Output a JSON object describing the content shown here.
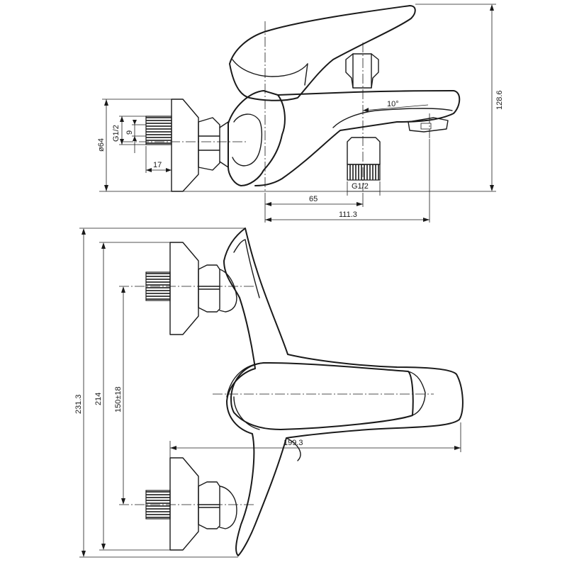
{
  "dimensions": {
    "height_total": "128.6",
    "thread_top": "G1/2",
    "thread_bottom": "G1/2",
    "hole_small": "9",
    "flange_dia": "ø64",
    "thread_len": "17",
    "angle": "10°",
    "dist_65": "65",
    "dist_111": "111.3",
    "dist_199": "199.3",
    "width_total": "231.3",
    "width_214": "214",
    "spacing": "150±18"
  }
}
